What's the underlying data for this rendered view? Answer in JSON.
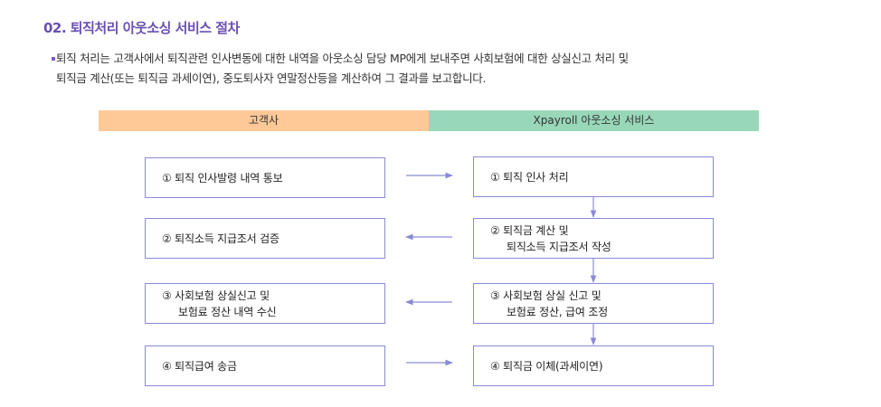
{
  "section": {
    "title": "02. 퇴직처리 아웃소싱 서비스 절차",
    "description_line1": "퇴직 처리는 고객사에서 퇴직관련 인사변동에 대한 내역을 아웃소싱 담당 MP에게 보내주면 사회보험에 대한 상실신고 처리 및",
    "description_line2": "퇴직금 계산(또는 퇴직금 과세이연), 중도퇴사자 연말정산등을 계산하여 그 결과를 보고합니다."
  },
  "colors": {
    "title": "#6a4fb3",
    "client_header": "#ffc997",
    "service_header": "#99d7b9",
    "box_border": "#8a8ad4",
    "arrow": "#8a8ad4"
  },
  "headers": {
    "client": "고객사",
    "service": "Xpayroll 아웃소싱 서비스"
  },
  "client_steps": [
    {
      "line1": "① 퇴직 인사발령 내역 통보",
      "line2": ""
    },
    {
      "line1": "② 퇴직소득 지급조서 검증",
      "line2": ""
    },
    {
      "line1": "③ 사회보험 상실신고 및",
      "line2": "보험료 정산 내역 수신"
    },
    {
      "line1": "④ 퇴직급여 송금",
      "line2": ""
    }
  ],
  "service_steps": [
    {
      "line1": "① 퇴직 인사 처리",
      "line2": ""
    },
    {
      "line1": "② 퇴직금 계산 및",
      "line2": "퇴직소득 지급조서 작성"
    },
    {
      "line1": "③ 사회보험 상실 신고 및",
      "line2": "보험료 정산, 급여 조정"
    },
    {
      "line1": "④ 퇴직금 이체(과세이연)",
      "line2": ""
    }
  ],
  "flows": {
    "horizontal": [
      "right",
      "left",
      "left",
      "right"
    ],
    "vertical_count": 3
  }
}
